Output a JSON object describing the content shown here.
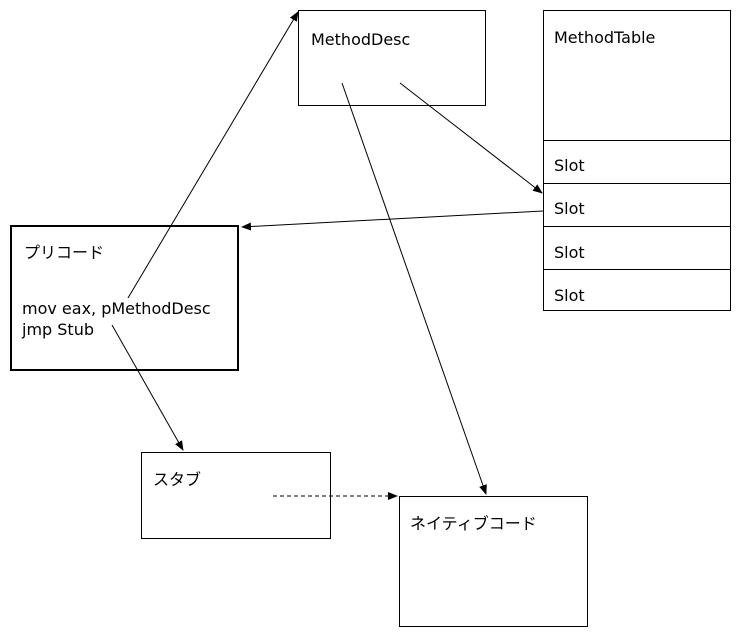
{
  "method_desc": {
    "label": "MethodDesc"
  },
  "method_table": {
    "label": "MethodTable",
    "slots": [
      "Slot",
      "Slot",
      "Slot",
      "Slot"
    ]
  },
  "precode": {
    "label": "プリコード",
    "code_lines": [
      "mov eax, pMethodDesc",
      "jmp Stub"
    ]
  },
  "stub": {
    "label": "スタブ"
  },
  "native_code": {
    "label": "ネイティブコード"
  }
}
